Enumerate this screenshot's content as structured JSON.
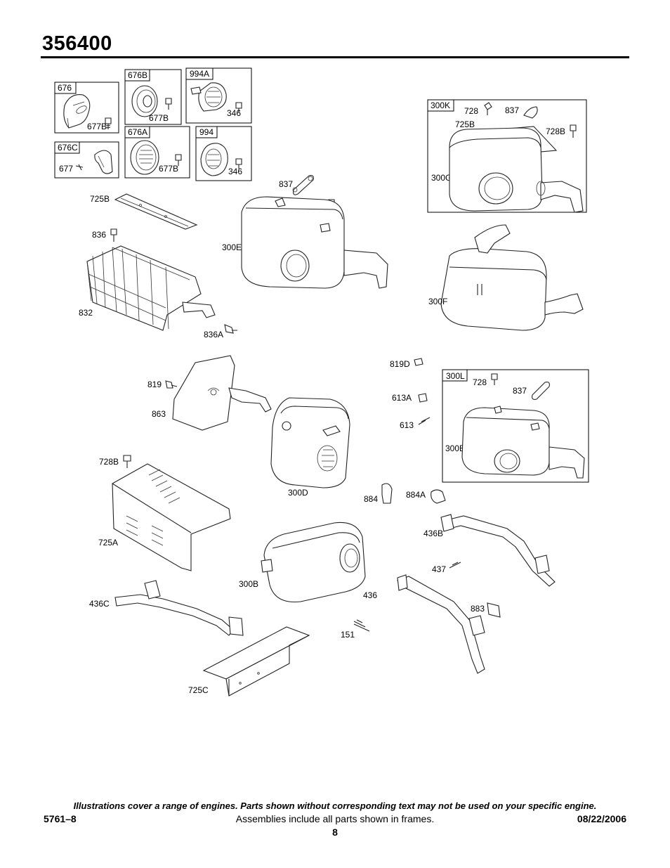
{
  "header": {
    "title": "356400"
  },
  "frames": [
    {
      "tag": "676",
      "labels": [
        "677B"
      ]
    },
    {
      "tag": "676C",
      "labels": [
        "677"
      ]
    },
    {
      "tag": "676B",
      "labels": [
        "677B"
      ]
    },
    {
      "tag": "676A",
      "labels": [
        "677B"
      ]
    },
    {
      "tag": "994A",
      "labels": [
        "346"
      ]
    },
    {
      "tag": "994",
      "labels": [
        "346"
      ]
    },
    {
      "tag": "300K",
      "labels": [
        "728",
        "837",
        "725B",
        "728B",
        "300G"
      ]
    },
    {
      "tag": "300L",
      "labels": [
        "728",
        "837",
        "300E"
      ]
    }
  ],
  "callouts": [
    "837",
    "728",
    "725B",
    "836",
    "300E",
    "832",
    "836A",
    "300F",
    "819D",
    "819",
    "863",
    "613A",
    "613",
    "728B",
    "300D",
    "884",
    "884A",
    "725A",
    "436B",
    "437",
    "300B",
    "436",
    "883",
    "436C",
    "151",
    "725C"
  ],
  "footer": {
    "note": "Illustrations cover a range of engines. Parts shown without corresponding text may not be used on your specific engine.",
    "left": "5761–8",
    "center": "Assemblies include all parts shown in frames.",
    "right": "08/22/2006",
    "page": "8"
  }
}
